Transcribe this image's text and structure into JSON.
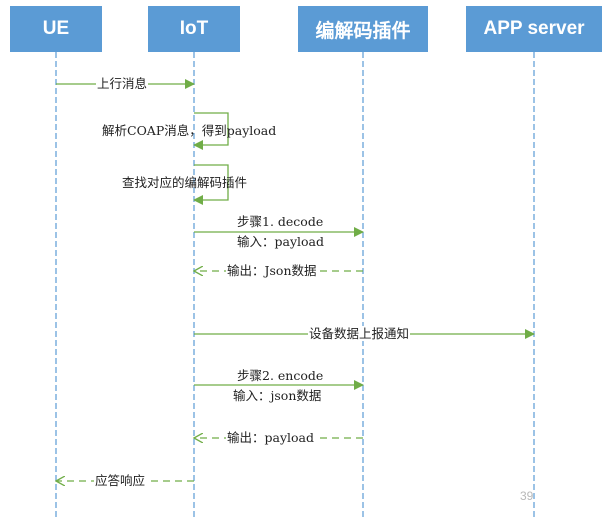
{
  "actors": {
    "ue": "UE",
    "iot": "IoT",
    "plugin": "编解码插件",
    "app": "APP server"
  },
  "messages": {
    "m1": "上行消息",
    "m2": "解析COAP消息，得到payload",
    "m3": "查找对应的编解码插件",
    "m4a": "步骤1. decode",
    "m4b": "输入：payload",
    "m5": "输出：Json数据",
    "m6": "设备数据上报通知",
    "m7a": "步骤2. encode",
    "m7b": "输入：json数据",
    "m8": "输出：payload",
    "m9": "应答响应"
  },
  "page_number": "39",
  "colors": {
    "actor_fill": "#5b9bd5",
    "actor_text": "#ffffff",
    "lifeline": "#5b9bd5",
    "arrow": "#70ad47"
  }
}
